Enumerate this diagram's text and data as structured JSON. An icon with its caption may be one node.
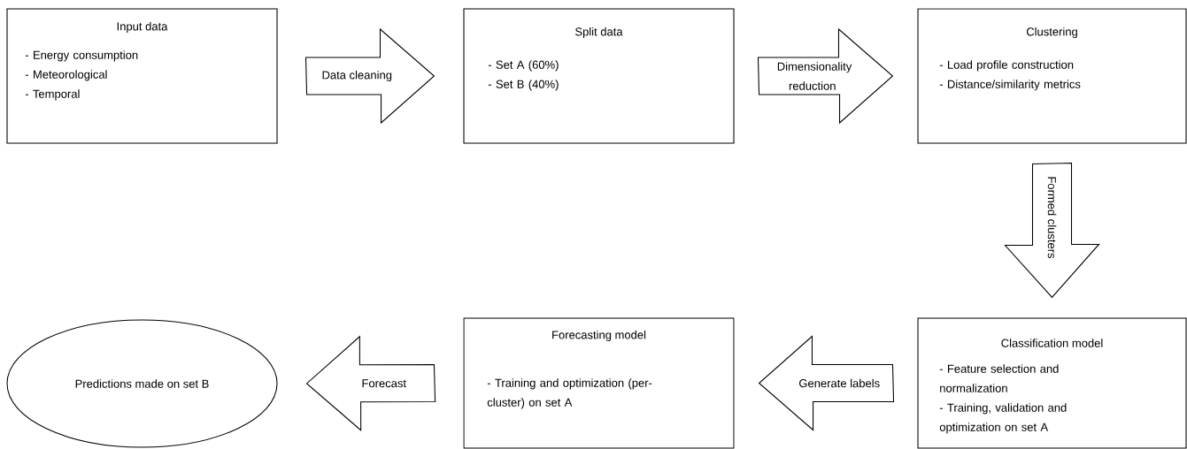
{
  "diagram": {
    "nodes": [
      {
        "text": [
          "Input data",
          "- Energy consumption",
          "- Meteorological",
          "- Temporal"
        ]
      },
      {
        "text": [
          "Split data",
          "- Set A (60%)",
          "- Set B (40%)"
        ]
      },
      {
        "text": [
          "Clustering",
          "- Load profile construction",
          "- Distance/similarity metrics"
        ]
      },
      {
        "text": [
          "Classification model",
          "- Feature selection and normalization",
          "- Training, validation and optimization on set A"
        ]
      },
      {
        "text": [
          "Forecasting model",
          "- Training and optimization (per-cluster) on set A"
        ]
      },
      {
        "text": [
          "Predictions made on set B"
        ]
      }
    ],
    "edges": [
      {
        "from": 0,
        "to": 1,
        "arrow": "to",
        "label": "Data cleaning"
      },
      {
        "from": 1,
        "to": 2,
        "arrow": "to",
        "label": "Dimensionality reduction"
      },
      {
        "from": 2,
        "to": 3,
        "arrow": "to",
        "label": "Formed clusters"
      },
      {
        "from": 3,
        "to": 4,
        "arrow": "to",
        "label": "Generate labels"
      },
      {
        "from": 4,
        "to": 5,
        "arrow": "to",
        "label": "Forecast"
      }
    ]
  }
}
